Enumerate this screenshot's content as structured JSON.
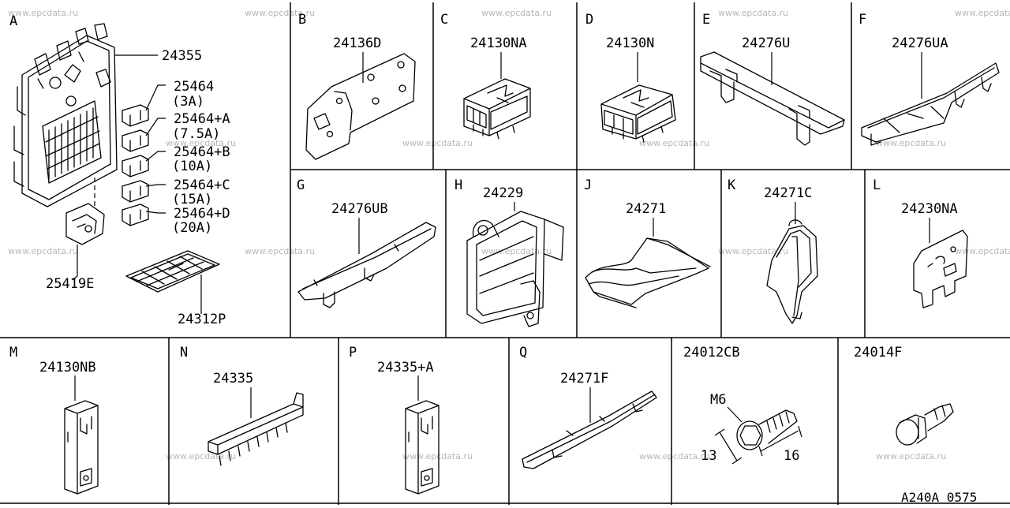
{
  "watermark": "www.epcdata.ru",
  "drawing_code": "A240A 0575",
  "cells": [
    {
      "id": "A",
      "letter": "A",
      "parts": [
        "24355",
        "25464",
        "(3A)",
        "25464+A",
        "(7.5A)",
        "25464+B",
        "(10A)",
        "25464+C",
        "(15A)",
        "25464+D",
        "(20A)",
        "25419E",
        "24312P"
      ]
    },
    {
      "id": "B",
      "letter": "B",
      "parts": [
        "24136D"
      ]
    },
    {
      "id": "C",
      "letter": "C",
      "parts": [
        "24130NA"
      ]
    },
    {
      "id": "D",
      "letter": "D",
      "parts": [
        "24130N"
      ]
    },
    {
      "id": "E",
      "letter": "E",
      "parts": [
        "24276U"
      ]
    },
    {
      "id": "F",
      "letter": "F",
      "parts": [
        "24276UA"
      ]
    },
    {
      "id": "G",
      "letter": "G",
      "parts": [
        "24276UB"
      ]
    },
    {
      "id": "H",
      "letter": "H",
      "parts": [
        "24229"
      ]
    },
    {
      "id": "J",
      "letter": "J",
      "parts": [
        "24271"
      ]
    },
    {
      "id": "K",
      "letter": "K",
      "parts": [
        "24271C"
      ]
    },
    {
      "id": "L",
      "letter": "L",
      "parts": [
        "24230NA"
      ]
    },
    {
      "id": "M",
      "letter": "M",
      "parts": [
        "24130NB"
      ]
    },
    {
      "id": "N",
      "letter": "N",
      "parts": [
        "24335"
      ]
    },
    {
      "id": "P",
      "letter": "P",
      "parts": [
        "24335+A"
      ]
    },
    {
      "id": "Q",
      "letter": "Q",
      "parts": [
        "24271F"
      ]
    },
    {
      "id": "R",
      "letter": "",
      "parts": [
        "24012CB",
        "M6",
        "13",
        "16"
      ]
    },
    {
      "id": "S",
      "letter": "",
      "parts": [
        "24014F"
      ]
    }
  ]
}
